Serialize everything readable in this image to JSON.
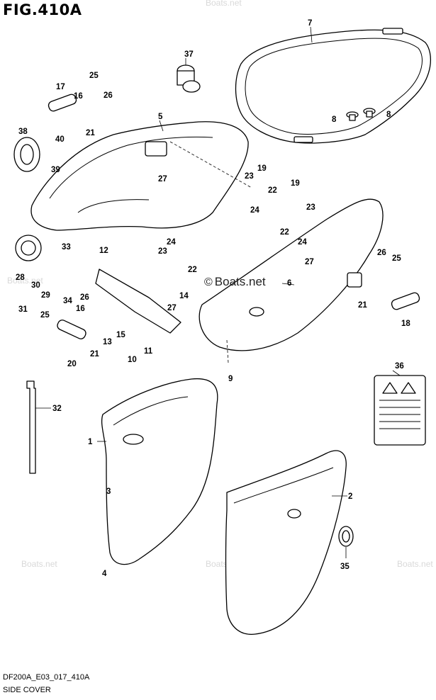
{
  "figure": {
    "title": "FIG.410A",
    "code": "DF200A_E03_017_410A",
    "name": "SIDE COVER",
    "watermark": "Boats.net",
    "copyright_symbol": "©"
  },
  "callouts": [
    "1",
    "2",
    "3",
    "4",
    "5",
    "6",
    "7",
    "8",
    "8",
    "9",
    "10",
    "11",
    "12",
    "13",
    "14",
    "15",
    "16",
    "16",
    "17",
    "18",
    "19",
    "19",
    "20",
    "21",
    "21",
    "21",
    "22",
    "22",
    "22",
    "23",
    "23",
    "23",
    "24",
    "24",
    "24",
    "25",
    "25",
    "25",
    "26",
    "26",
    "26",
    "27",
    "27",
    "27",
    "28",
    "29",
    "30",
    "31",
    "32",
    "33",
    "34",
    "35",
    "36",
    "37",
    "38",
    "39",
    "40"
  ]
}
